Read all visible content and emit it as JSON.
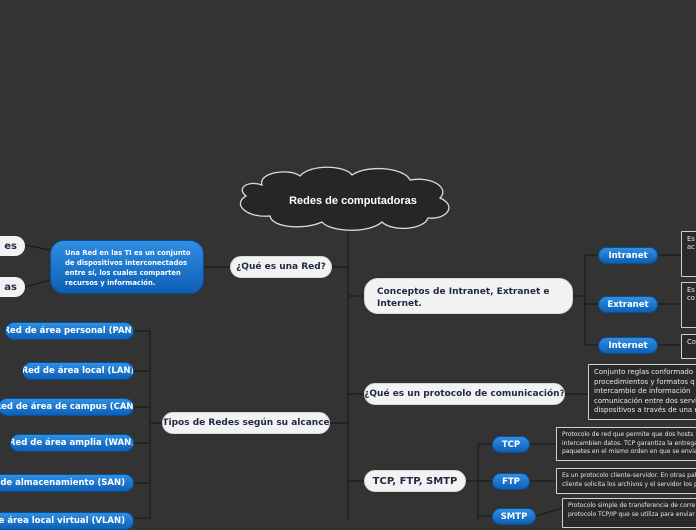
{
  "root": {
    "title": "Redes de computadoras"
  },
  "left_stubs": [
    "es",
    "as"
  ],
  "que_es_red": {
    "label": "¿Qué es una Red?",
    "definition": "Una Red en las TI es un conjunto de dispositivos interconectados entre sí, los cuales comparten recursos y información."
  },
  "tipos": {
    "label": "Tipos de Redes según su alcance",
    "items": [
      "Red de área personal (PAN)",
      "Red de área local (LAN)",
      "Red de área de campus (CAN)",
      "Red de área amplia (WAN)",
      "área de almacenamiento (SAN)",
      "Red de área local virtual (VLAN)"
    ]
  },
  "conceptos": {
    "label": "Conceptos de Intranet, Extranet e Internet.",
    "items": [
      {
        "label": "Intranet",
        "desc": "Es de ac lin"
      },
      {
        "label": "Extranet",
        "desc": "Es us ac co"
      },
      {
        "label": "Internet",
        "desc": "Co de"
      }
    ]
  },
  "protocolo": {
    "label": "¿Qué es un protocolo de comunicación?",
    "desc": "Conjunto reglas conformado procedimientos y formatos q intercambio de información comunicación entre dos servi dispositivos a través de una r"
  },
  "tcp_group": {
    "label": "TCP, FTP, SMTP",
    "items": [
      {
        "label": "TCP",
        "desc": "Protocolo de red que permite que dos hosts intercambien datos. TCP garantiza la entrega paquetes en el mismo orden en que se envia"
      },
      {
        "label": "FTP",
        "desc": "Es un protocolo cliente-servidor. En otras pal cliente solicita los archivos y el servidor los p"
      },
      {
        "label": "SMTP",
        "desc": "Protocolo simple de transferencia de corre protocolo TCP/IP que se utiliza para enviar"
      }
    ]
  }
}
